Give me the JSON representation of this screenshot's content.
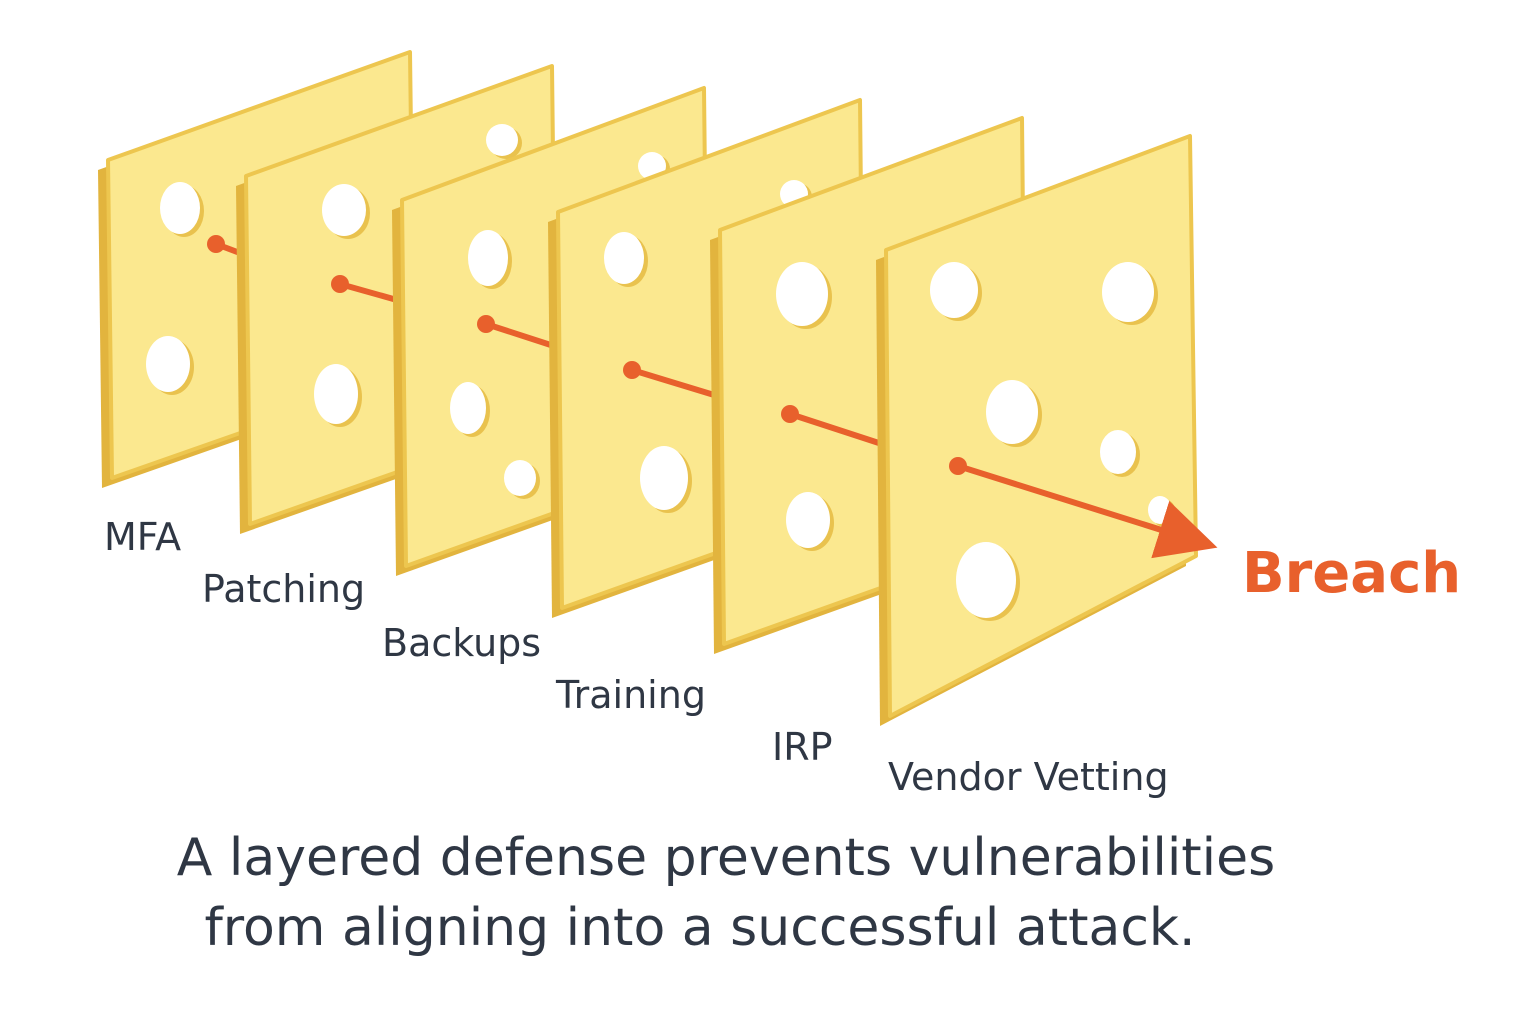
{
  "colors": {
    "slice_face": "#fbe88f",
    "slice_edge": "#edc64f",
    "slice_shadow": "#e2b43e",
    "hole_fill": "#ffffff",
    "hole_rim": "#e9c24e",
    "path_line": "#e8602c",
    "label_text": "#2f3744",
    "breach_text": "#e8602c"
  },
  "layers": [
    {
      "label": "MFA"
    },
    {
      "label": "Patching"
    },
    {
      "label": "Backups"
    },
    {
      "label": "Training"
    },
    {
      "label": "IRP"
    },
    {
      "label": "Vendor Vetting"
    }
  ],
  "outcome": {
    "label": "Breach"
  },
  "caption": {
    "line1": "A layered defense prevents vulnerabilities",
    "line2": "from aligning into a successful attack."
  }
}
